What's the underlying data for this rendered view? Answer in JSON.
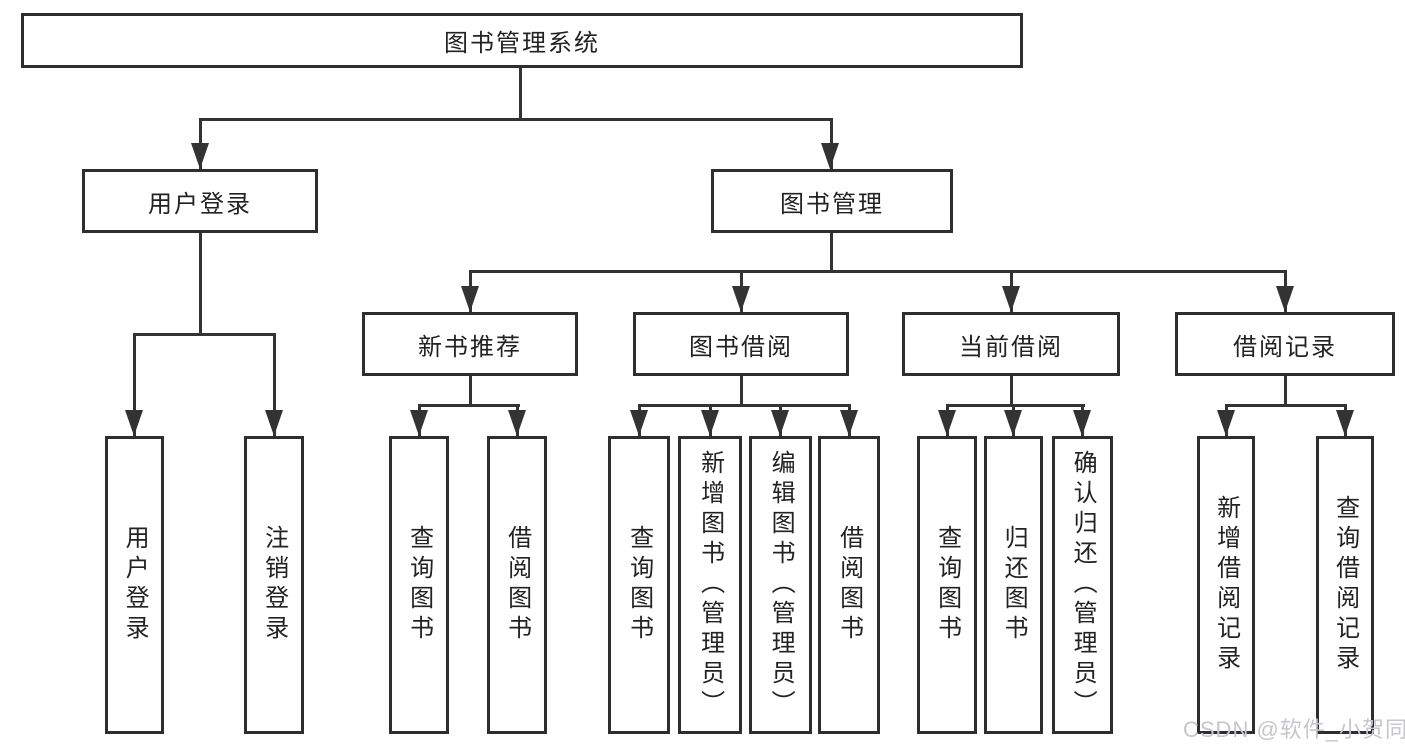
{
  "tree": {
    "root": {
      "label": "图书管理系统"
    },
    "branches": [
      {
        "label": "用户登录",
        "children": [
          {
            "label": "用户登录"
          },
          {
            "label": "注销登录"
          }
        ]
      },
      {
        "label": "图书管理",
        "groups": [
          {
            "label": "新书推荐",
            "children": [
              {
                "label": "查询图书"
              },
              {
                "label": "借阅图书"
              }
            ]
          },
          {
            "label": "图书借阅",
            "children": [
              {
                "label": "查询图书"
              },
              {
                "label": "新增图书（管理员）"
              },
              {
                "label": "编辑图书（管理员）"
              },
              {
                "label": "借阅图书"
              }
            ]
          },
          {
            "label": "当前借阅",
            "children": [
              {
                "label": "查询图书"
              },
              {
                "label": "归还图书"
              },
              {
                "label": "确认归还（管理员）"
              }
            ]
          },
          {
            "label": "借阅记录",
            "children": [
              {
                "label": "新增借阅记录"
              },
              {
                "label": "查询借阅记录"
              }
            ]
          }
        ]
      }
    ]
  },
  "watermark": {
    "text": "CSDN @软件_小贺同学"
  },
  "colors": {
    "line": "#333333",
    "box_border": "#2e2e2e",
    "text": "#222222",
    "watermark": "#c6c6cd",
    "background": "#ffffff"
  }
}
